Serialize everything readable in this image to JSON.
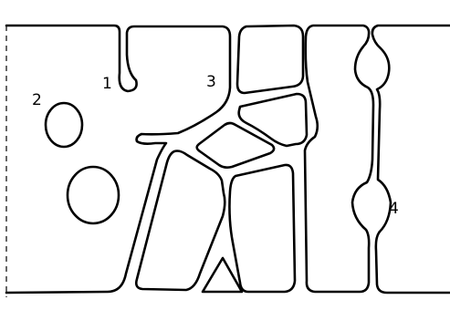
{
  "diagram": {
    "labels": {
      "label_1": "1",
      "label_2": "2",
      "label_3": "3",
      "label_4": "4"
    }
  }
}
